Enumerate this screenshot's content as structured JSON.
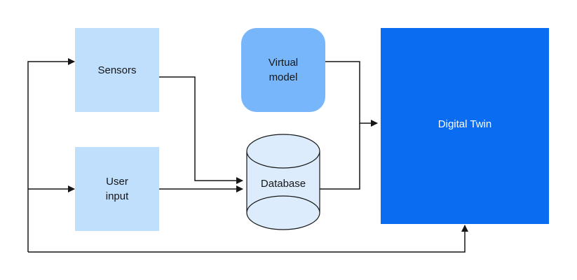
{
  "nodes": {
    "sensors": "Sensors",
    "user_input": "User\ninput",
    "virtual_model": "Virtual\nmodel",
    "database": "Database",
    "digital_twin": "Digital Twin"
  },
  "colors": {
    "input_box": "#bfdffd",
    "virtual_model": "#78b6fc",
    "database_body": "#dcecfd",
    "digital_twin": "#0a6cf0",
    "line": "#161616"
  }
}
